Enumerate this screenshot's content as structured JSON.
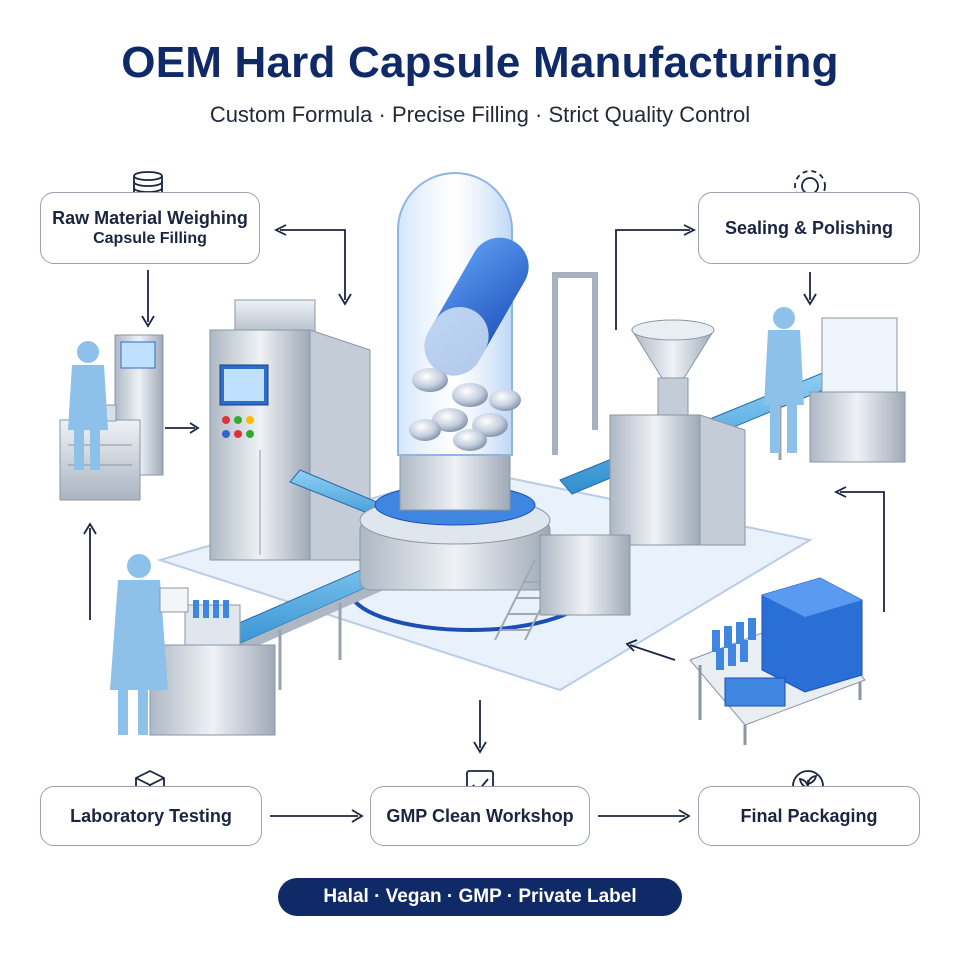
{
  "header": {
    "title": "OEM Hard Capsule Manufacturing",
    "subtitle": "Custom Formula · Precise Filling · Strict Quality Control"
  },
  "steps": {
    "raw_material": {
      "line1": "Raw Material Weighing",
      "line2": "Capsule Filling",
      "icon": "stack-icon"
    },
    "sealing": {
      "label": "Sealing & Polishing",
      "icon": "gear-icon"
    },
    "lab": {
      "label": "Laboratory Testing",
      "icon": "cube-icon"
    },
    "gmp": {
      "label": "GMP Clean Workshop",
      "icon": "checklist-icon"
    },
    "packaging": {
      "label": "Final Packaging",
      "icon": "leaf-badge-icon"
    }
  },
  "footer": {
    "badge": "Halal · Vegan · GMP · Private Label"
  },
  "colors": {
    "navy": "#0f2a66",
    "capsule_blue": "#2a6fd6",
    "steel": "#c9d2dc",
    "light_blue": "#e7f0fb"
  }
}
